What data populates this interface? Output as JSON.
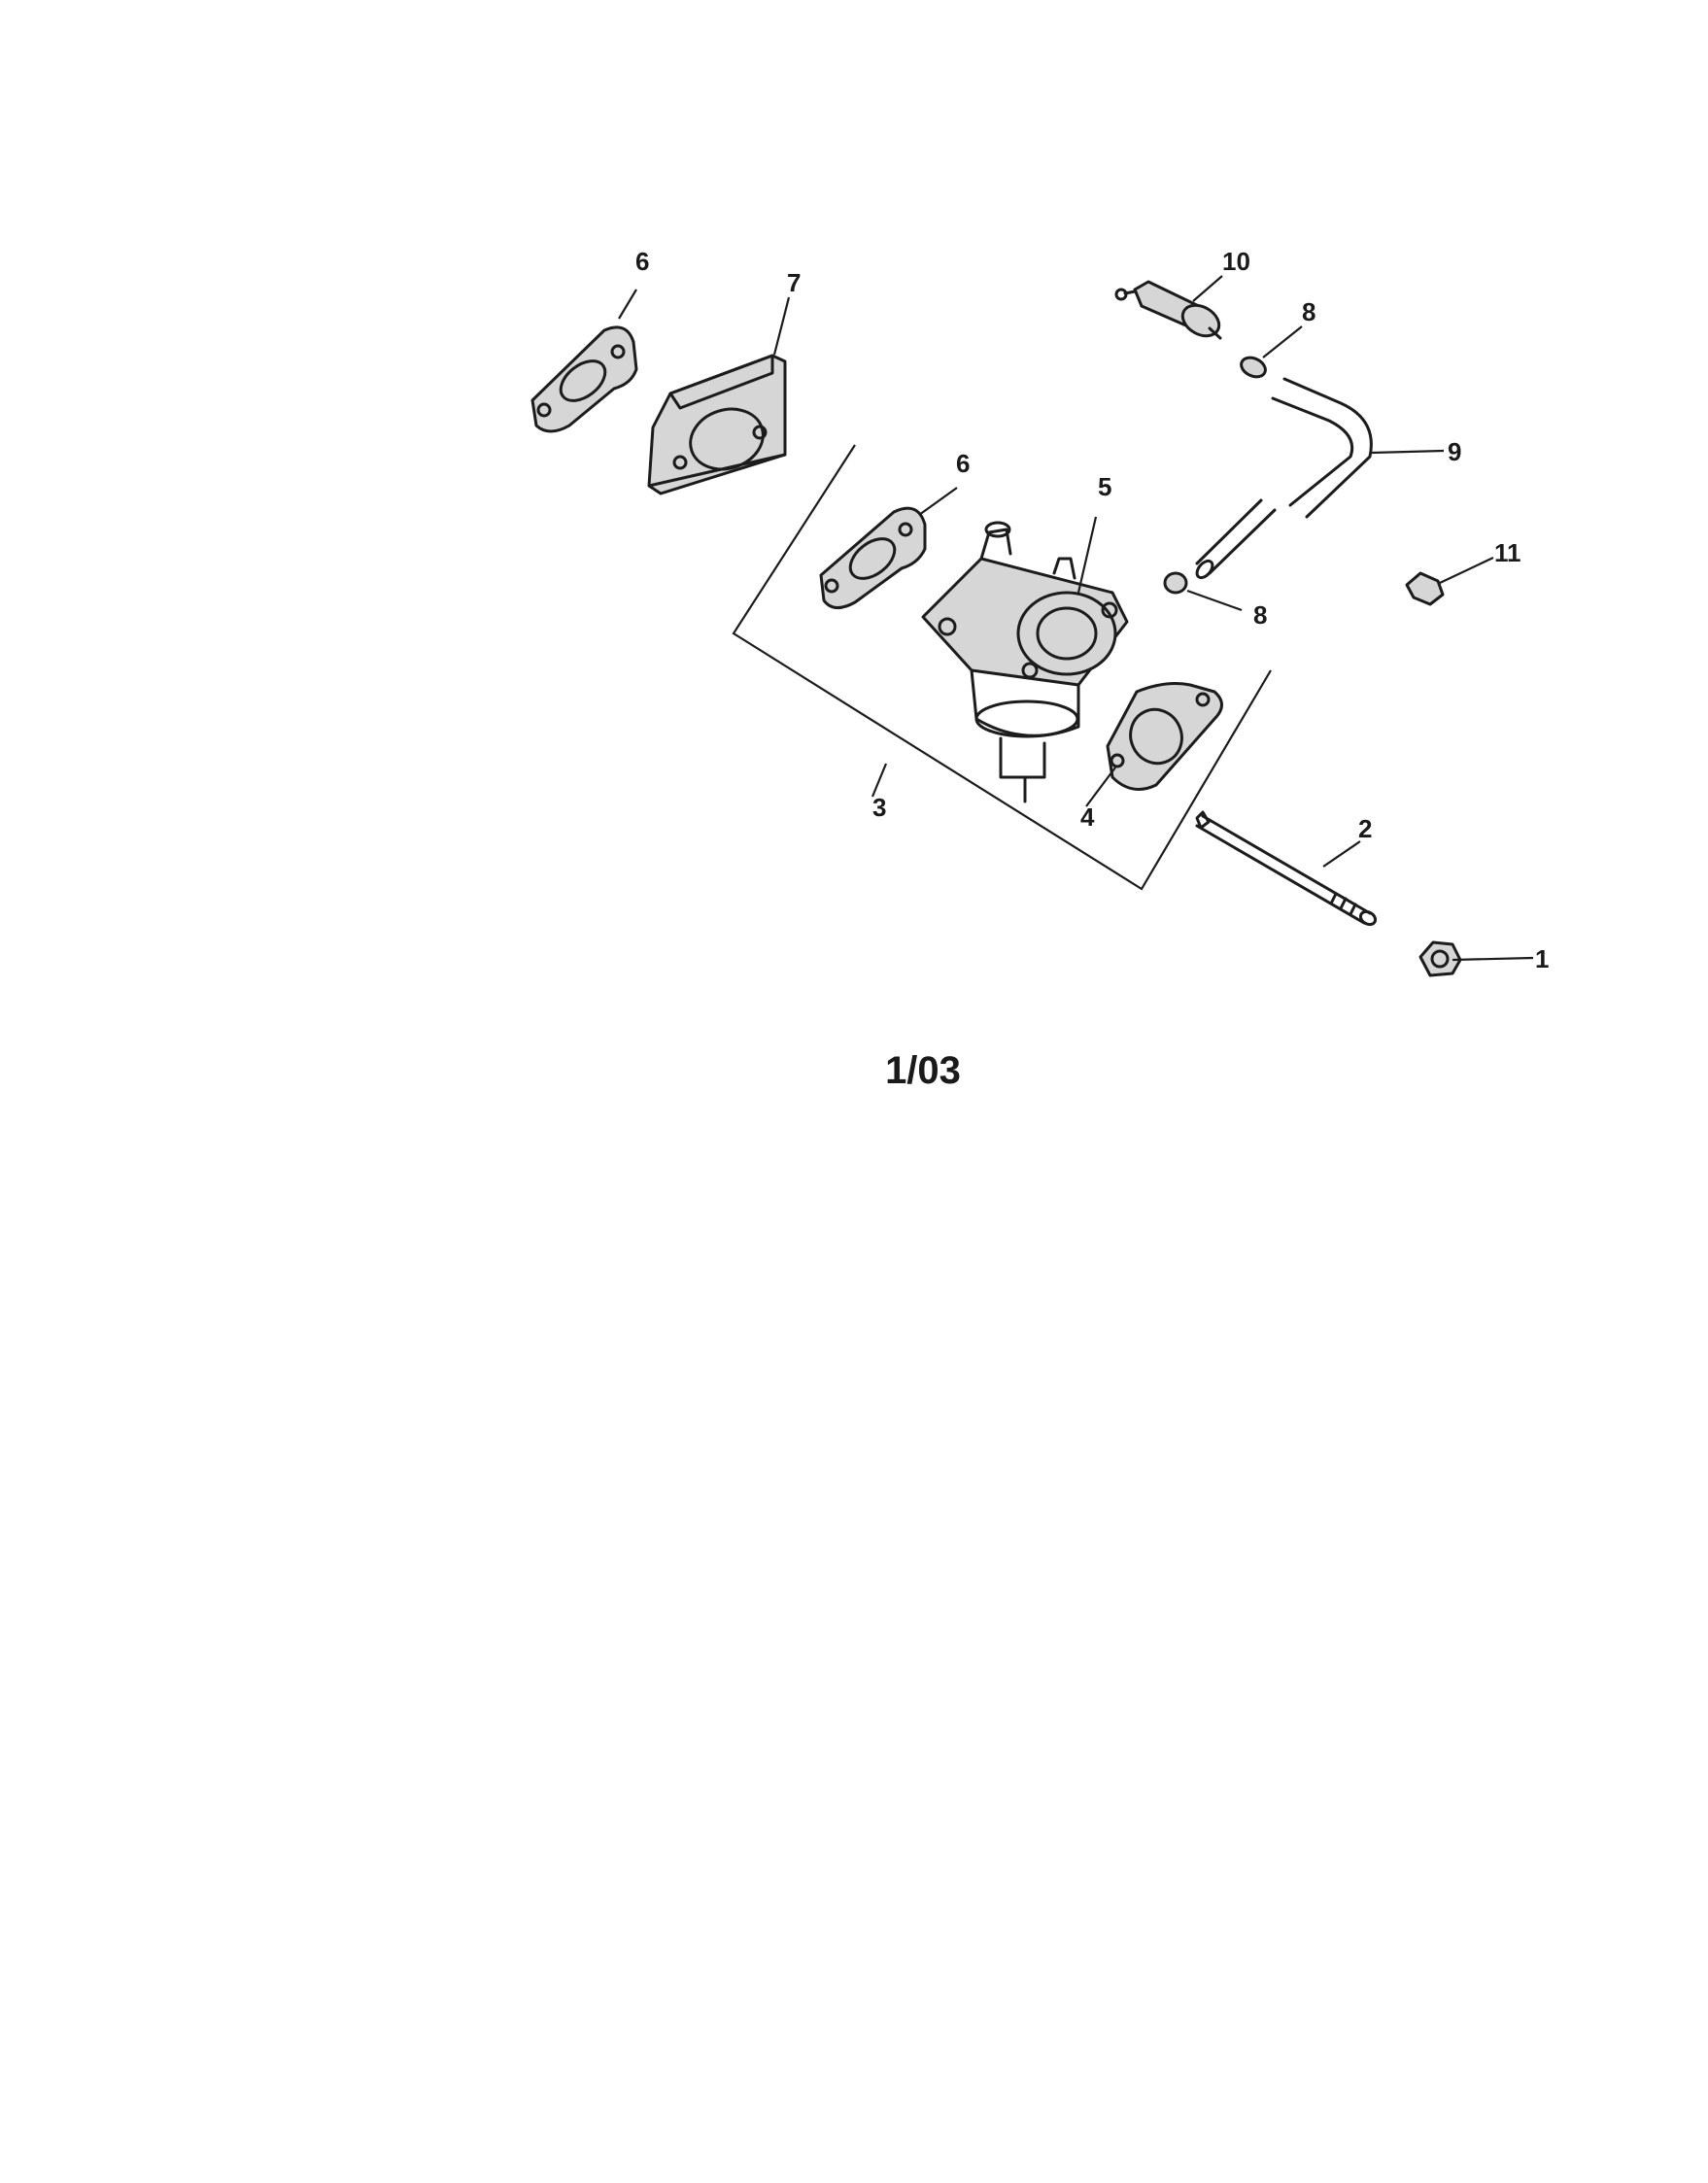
{
  "diagram": {
    "callouts": {
      "c1": "1",
      "c2": "2",
      "c3": "3",
      "c4": "4",
      "c5": "5",
      "c6a": "6",
      "c6b": "6",
      "c7": "7",
      "c8a": "8",
      "c8b": "8",
      "c9": "9",
      "c10": "10",
      "c11": "11"
    }
  },
  "footer": {
    "revision": "1/03"
  }
}
